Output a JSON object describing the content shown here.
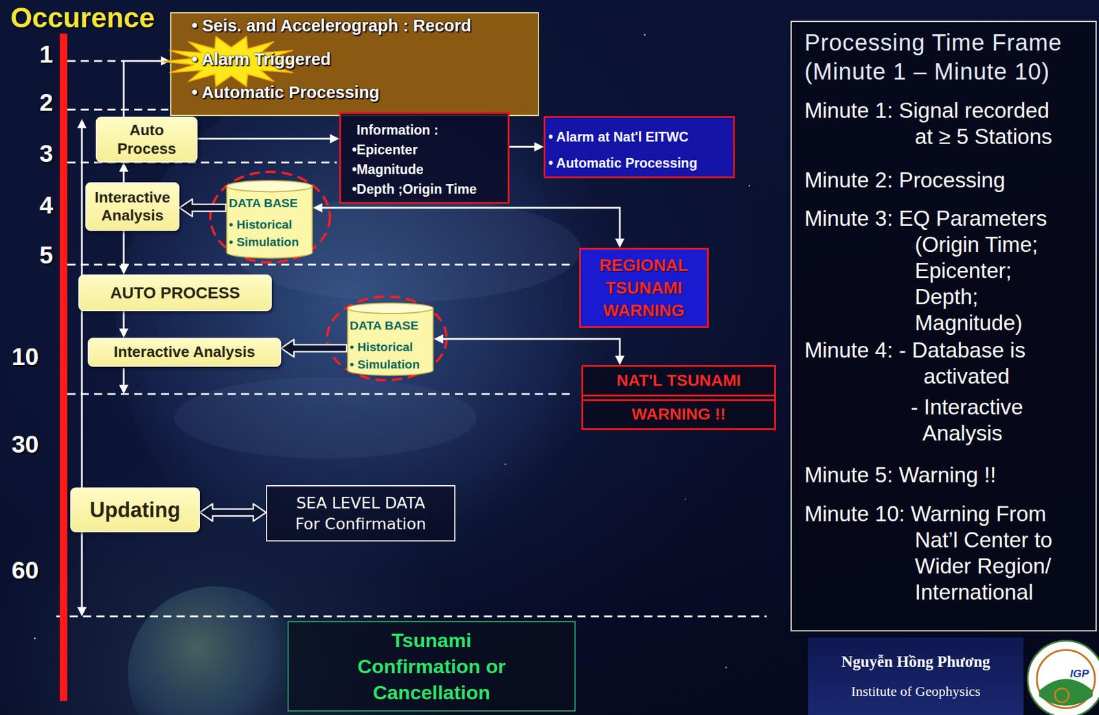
{
  "diagram": {
    "nodes": [
      {
        "text": [
          "• Seis. and Accelerograph : Record",
          "• Alarm Triggered",
          "• Automatic Processing"
        ]
      },
      {
        "text": [
          "Auto Process"
        ]
      },
      {
        "text": [
          "Information :",
          "•Epicenter",
          "•Magnitude",
          "•Depth ;Origin Time"
        ]
      },
      {
        "text": [
          "• Alarm at Nat'l EITWC",
          "• Automatic Processing"
        ]
      },
      {
        "text": [
          "Interactive Analysis"
        ]
      },
      {
        "text": [
          "DATA BASE",
          "• Historical",
          "• Simulation"
        ]
      },
      {
        "text": [
          "REGIONAL TSUNAMI WARNING"
        ]
      },
      {
        "text": [
          "AUTO PROCESS"
        ]
      },
      {
        "text": [
          "Interactive Analysis"
        ]
      },
      {
        "text": [
          "DATA BASE",
          "• Historical",
          "• Simulation"
        ]
      },
      {
        "text": [
          "NAT'L TSUNAMI",
          "WARNING !!"
        ]
      },
      {
        "text": [
          "Updating"
        ]
      },
      {
        "text": [
          "SEA LEVEL DATA",
          "For Confirmation"
        ]
      },
      {
        "text": [
          "Tsunami Confirmation or Cancellation"
        ]
      },
      {
        "text": [
          "Processing Time Frame (Minute 1 – Minute 10)",
          "Minute 1: Signal recorded at ≥ 5 Stations",
          "Minute 2: Processing",
          "Minute 3: EQ Parameters (Origin Time; Epicenter; Depth; Magnitude)",
          "Minute 4: - Database is activated",
          "- Interactive Analysis",
          "Minute 5: Warning !!",
          "Minute 10: Warning From Nat’l Center to Wider Region/ International"
        ]
      },
      {
        "text": [
          "Nguyễn Hồng Phương",
          "Institute of Geophysics"
        ]
      }
    ],
    "edges": [
      {
        "from": 1,
        "to": 0,
        "arrow": "to"
      },
      {
        "from": 1,
        "to": 2,
        "arrow": "to"
      },
      {
        "from": 2,
        "to": 3,
        "arrow": "to"
      },
      {
        "from": 4,
        "to": 1,
        "arrow": "to"
      },
      {
        "from": 5,
        "to": 4,
        "arrow": "to"
      },
      {
        "from": 5,
        "to": 6,
        "arrow": "both"
      },
      {
        "from": 4,
        "to": 7,
        "arrow": "to"
      },
      {
        "from": 7,
        "to": 8,
        "arrow": "to"
      },
      {
        "from": 9,
        "to": 8,
        "arrow": "to"
      },
      {
        "from": 9,
        "to": 10,
        "arrow": "both"
      },
      {
        "from": 11,
        "to": 12,
        "arrow": "both"
      }
    ],
    "labels": [
      "Occurence",
      "1",
      "2",
      "3",
      "4",
      "5",
      "10",
      "30",
      "60",
      "IGP"
    ]
  }
}
